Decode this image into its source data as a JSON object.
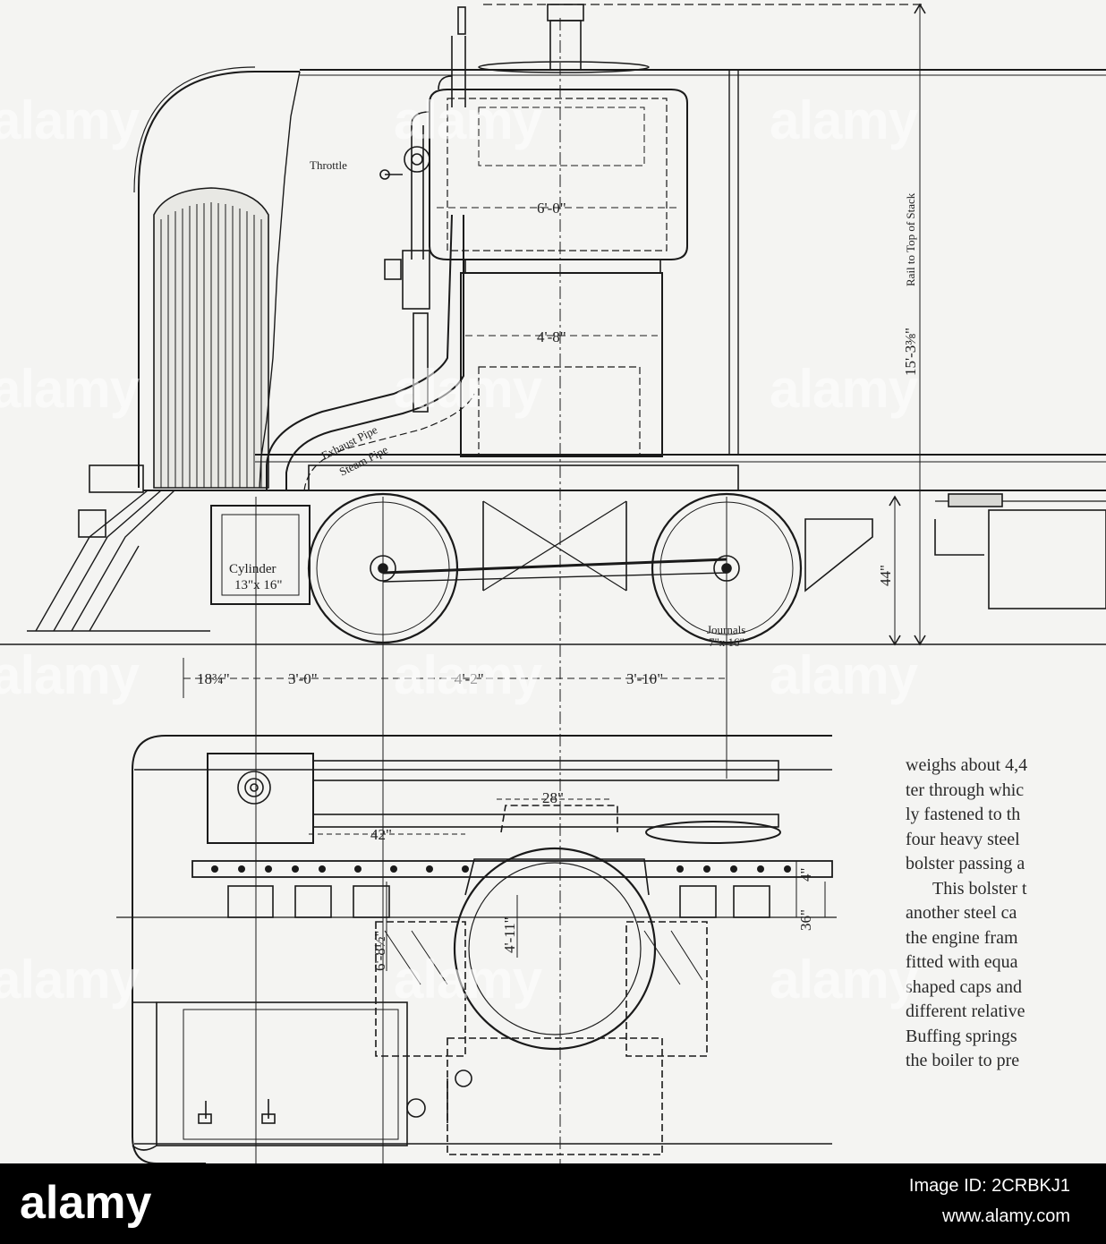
{
  "labels": {
    "throttle": "Throttle",
    "exhaust_pipe": "Exhaust Pipe",
    "steam_pipe": "Steam Pipe",
    "cylinder": "Cylinder",
    "cylinder_size": "13\"x 16\"",
    "journals": "Journals",
    "journals_size": "7\"x 16\"",
    "rail_to_stack": "Rail to Top of Stack"
  },
  "dimensions": {
    "stack_width": "6'-0\"",
    "boiler_width": "4'-8\"",
    "height_total": "15'-3⅜\"",
    "platform_height": "44\"",
    "spacing_1": "18¾\"",
    "spacing_2": "3'-0\"",
    "spacing_3": "4'-2\"",
    "spacing_4": "3'-10\"",
    "dim_42": "42\"",
    "dim_28": "28\"",
    "dim_4_11": "4'-11\"",
    "dim_6_8": "6'-8½\"",
    "dim_4": "4\"",
    "dim_36": "36\""
  },
  "body_text": {
    "line1": "weighs about 4,4",
    "line2": "ter through whic",
    "line3": "ly fastened to th",
    "line4": "four heavy steel",
    "line5": "bolster passing a",
    "line6": "This bolster t",
    "line7": "another steel ca",
    "line8": "the engine fram",
    "line9": "fitted with equa",
    "line10": "shaped caps and",
    "line11": "different relative",
    "line12": "Buffing springs",
    "line13": "the boiler to pre"
  },
  "watermark": "alamy",
  "footer": {
    "logo": "alamy",
    "image_id": "Image ID: 2CRBKJ1",
    "url": "www.alamy.com"
  }
}
